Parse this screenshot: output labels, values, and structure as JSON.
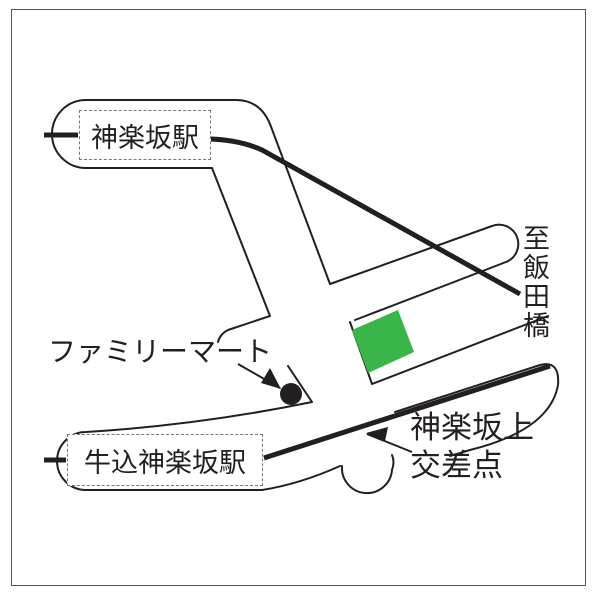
{
  "map": {
    "colors": {
      "road_outline": "#231f20",
      "rail_line": "#231f20",
      "destination_marker": "#3ab54a",
      "frame": "#555555",
      "background": "#ffffff"
    },
    "stations": [
      {
        "id": "kagurazaka",
        "label": "神楽坂駅"
      },
      {
        "id": "ushigome-kagurazaka",
        "label": "牛込神楽坂駅"
      }
    ],
    "landmarks": {
      "family_mart": {
        "label": "ファミリーマート",
        "icon": "filled-circle-marker"
      },
      "intersection": {
        "line1": "神楽坂上",
        "line2": "交差点",
        "icon": "pointer-arrow"
      },
      "destination": {
        "icon": "green-square-marker"
      }
    },
    "direction": {
      "label": "至飯田橋"
    }
  }
}
